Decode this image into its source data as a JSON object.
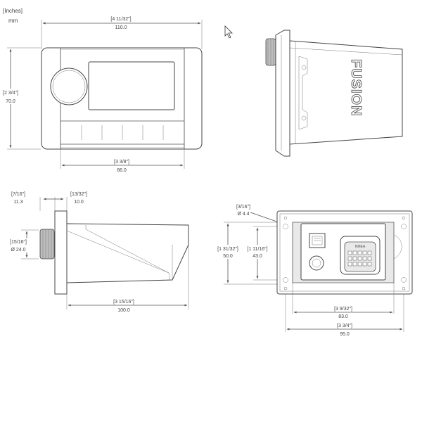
{
  "units": {
    "inches": "[Inches]",
    "mm": "mm"
  },
  "front_view": {
    "width": {
      "in": "[4 11/32\"]",
      "mm": "110.0"
    },
    "height": {
      "in": "[2 3/4\"]",
      "mm": "70.0"
    },
    "screen_width": {
      "in": "[3 3/8\"]",
      "mm": "86.0"
    }
  },
  "top_view": {
    "brand": "FUSION"
  },
  "side_view": {
    "flange": {
      "in": "[7/16\"]",
      "mm": "11.3"
    },
    "bezel": {
      "in": "[13/32\"]",
      "mm": "10.0"
    },
    "knob": {
      "in": "[15/16\"]",
      "mm": "Ø 24.0"
    },
    "depth": {
      "in": "[3 15/16\"]",
      "mm": "100.0"
    }
  },
  "rear_view": {
    "hole": {
      "in": "[3/16\"]",
      "mm": "Ø 4.4"
    },
    "outer_height": {
      "in": "[1 31/32\"]",
      "mm": "50.0"
    },
    "inner_height": {
      "in": "[1 11/16\"]",
      "mm": "43.0"
    },
    "inner_width": {
      "in": "[3 9/32\"]",
      "mm": "83.0"
    },
    "outer_width": {
      "in": "[3 3/4\"]",
      "mm": "95.0"
    },
    "connector_label": "NMEA"
  }
}
